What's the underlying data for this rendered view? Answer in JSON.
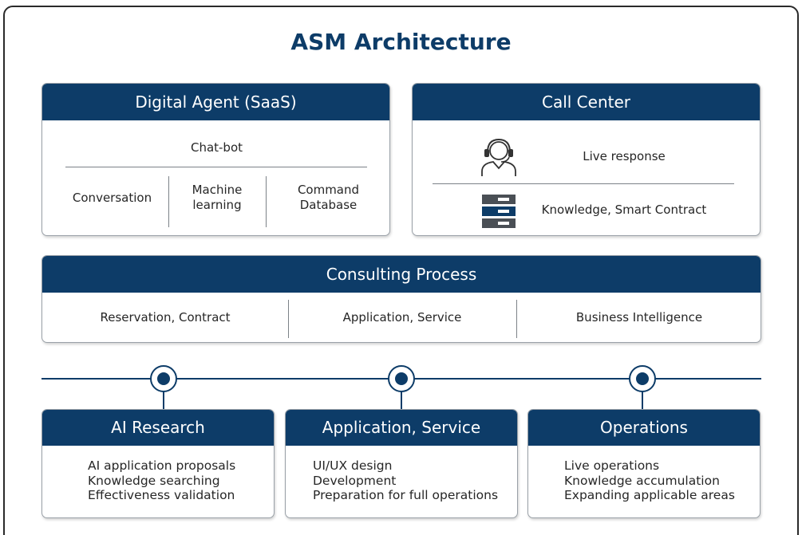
{
  "title": "ASM Architecture",
  "digital_agent": {
    "header": "Digital Agent (SaaS)",
    "top": "Chat-bot",
    "cols": [
      "Conversation",
      "Machine\nlearning",
      "Command\nDatabase"
    ]
  },
  "call_center": {
    "header": "Call Center",
    "rows": [
      {
        "icon": "headset-operator-icon",
        "label": "Live response"
      },
      {
        "icon": "server-stack-icon",
        "label": "Knowledge, Smart Contract"
      }
    ]
  },
  "consulting": {
    "header": "Consulting Process",
    "cols": [
      "Reservation, Contract",
      "Application, Service",
      "Business Intelligence"
    ]
  },
  "bottom": [
    {
      "header": "AI Research",
      "items": [
        "AI application proposals",
        "Knowledge searching",
        "Effectiveness validation"
      ]
    },
    {
      "header": "Application, Service",
      "items": [
        "UI/UX design",
        "Development",
        "Preparation for full operations"
      ]
    },
    {
      "header": "Operations",
      "items": [
        "Live operations",
        "Knowledge accumulation",
        "Expanding applicable areas"
      ]
    }
  ],
  "colors": {
    "primary": "#0d3c68",
    "border": "#9aa1a8",
    "server_blue": "#0d3c68",
    "server_gray": "#4a4f55"
  }
}
